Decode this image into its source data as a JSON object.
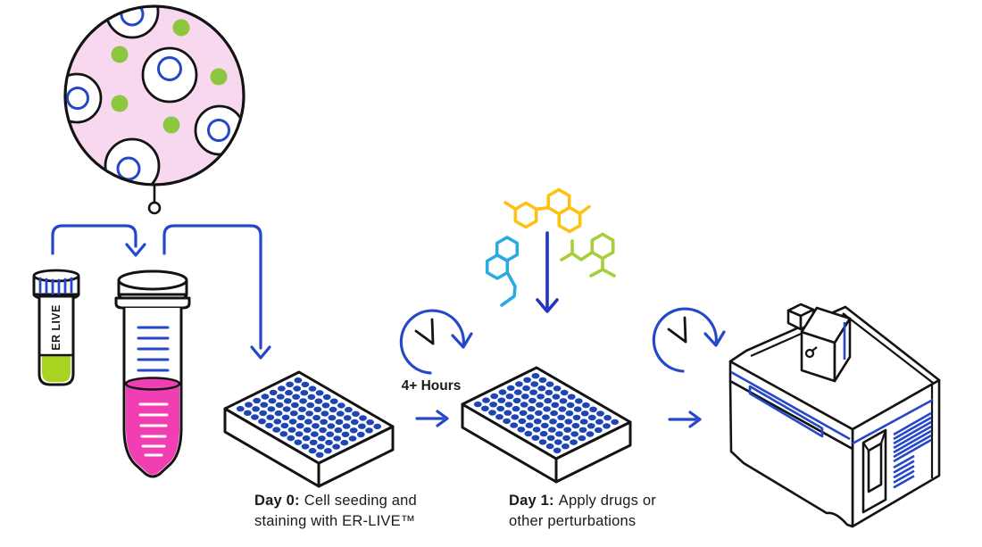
{
  "palette": {
    "ink": "#131313",
    "blue": "#2547c9",
    "navy": "#2134c4",
    "dot": "#1f45b4",
    "magenta": "#f23eb3",
    "dishPink": "#f8d8ef",
    "vialGreen": "#a9d321",
    "cellGreen": "#8dc63f",
    "molYellow": "#fdc013",
    "molCyan": "#29abe2",
    "molGreen": "#a6ce39"
  },
  "reagent_vial": {
    "label": "ER LIVE"
  },
  "incubation": {
    "duration_label": "4+ Hours"
  },
  "steps": [
    {
      "caption_bold": "Day 0:",
      "caption_line1": "Cell seeding and",
      "caption_line2": "staining with ER-LIVE™",
      "plate_wells": {
        "rows": 8,
        "cols": 12
      }
    },
    {
      "caption_bold": "Day 1:",
      "caption_line1": "Apply drugs or",
      "caption_line2": "other perturbations",
      "plate_wells": {
        "rows": 8,
        "cols": 12
      }
    }
  ],
  "icons": {
    "dish": "cell-culture-zoom-icon",
    "clock": "clock-circular-arrow-icon",
    "molecules": "compound-structures-icon",
    "instrument": "high-content-imager-icon"
  }
}
